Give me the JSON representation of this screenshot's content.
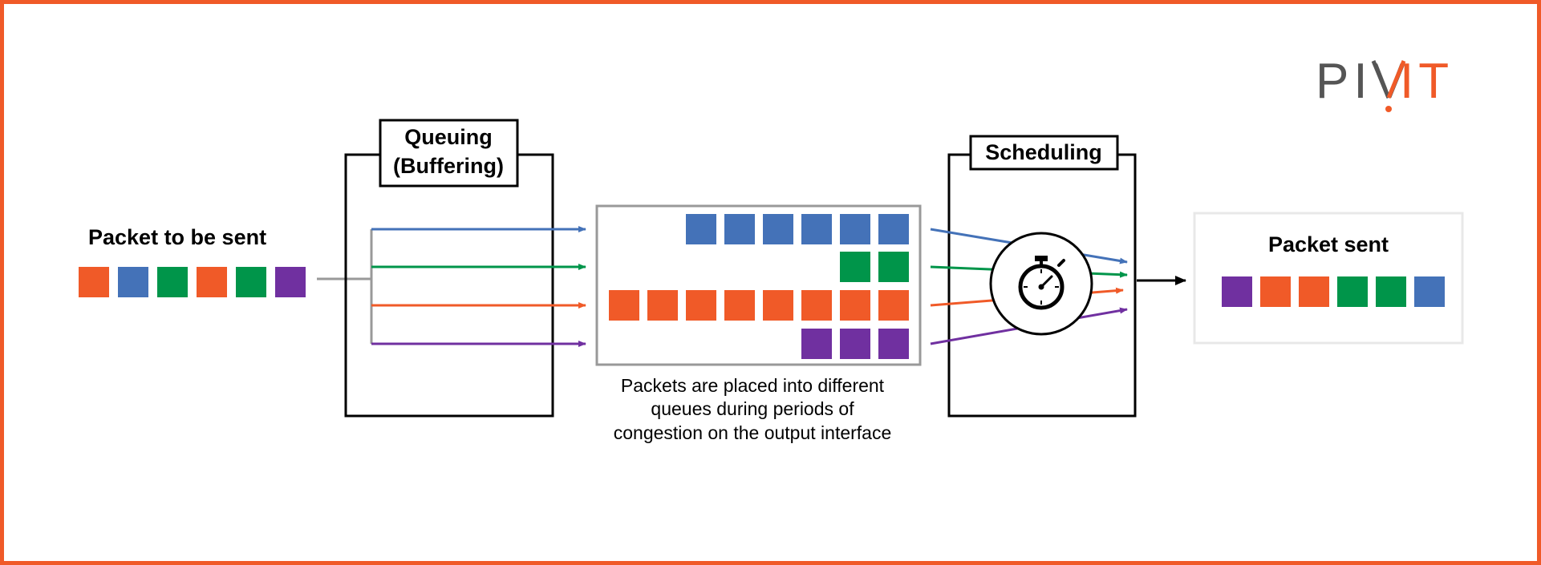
{
  "logo": {
    "text_left": "PIV",
    "text_right": "IT",
    "color_dark": "#555555",
    "color_accent": "#f05a28"
  },
  "colors": {
    "border": "#f05a28",
    "orange": "#f05a28",
    "blue": "#4472b8",
    "green": "#00954a",
    "purple": "#7030a0",
    "gray": "#999999",
    "black": "#000000"
  },
  "input": {
    "label": "Packet to be sent",
    "packets": [
      "orange",
      "blue",
      "green",
      "orange",
      "green",
      "purple"
    ]
  },
  "queuing": {
    "title_line1": "Queuing",
    "title_line2": "(Buffering)"
  },
  "queues": [
    {
      "color": "blue",
      "count": 6
    },
    {
      "color": "green",
      "count": 2
    },
    {
      "color": "orange",
      "count": 8
    },
    {
      "color": "purple",
      "count": 3
    }
  ],
  "caption": {
    "line1": "Packets are placed into different",
    "line2": "queues during periods of",
    "line3": "congestion on the output interface"
  },
  "scheduling": {
    "title": "Scheduling",
    "icon": "stopwatch-icon"
  },
  "output": {
    "label": "Packet sent",
    "packets": [
      "purple",
      "orange",
      "orange",
      "green",
      "green",
      "blue"
    ]
  }
}
